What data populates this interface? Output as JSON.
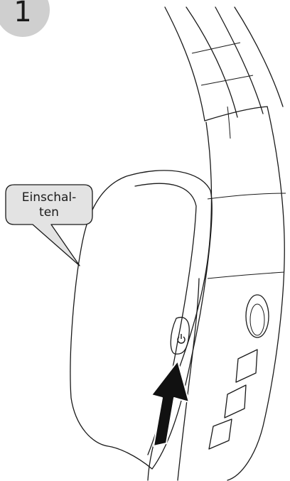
{
  "step": {
    "number": "1"
  },
  "callout": {
    "line1": "Einschal-",
    "line2": "ten"
  },
  "colors": {
    "badge_fill": "#cfcfcf",
    "callout_fill": "#e3e3e3",
    "outline": "#1a1a1a",
    "arrow": "#111111",
    "background": "#ffffff"
  },
  "icons": [
    "power-icon",
    "up-arrow-icon"
  ]
}
